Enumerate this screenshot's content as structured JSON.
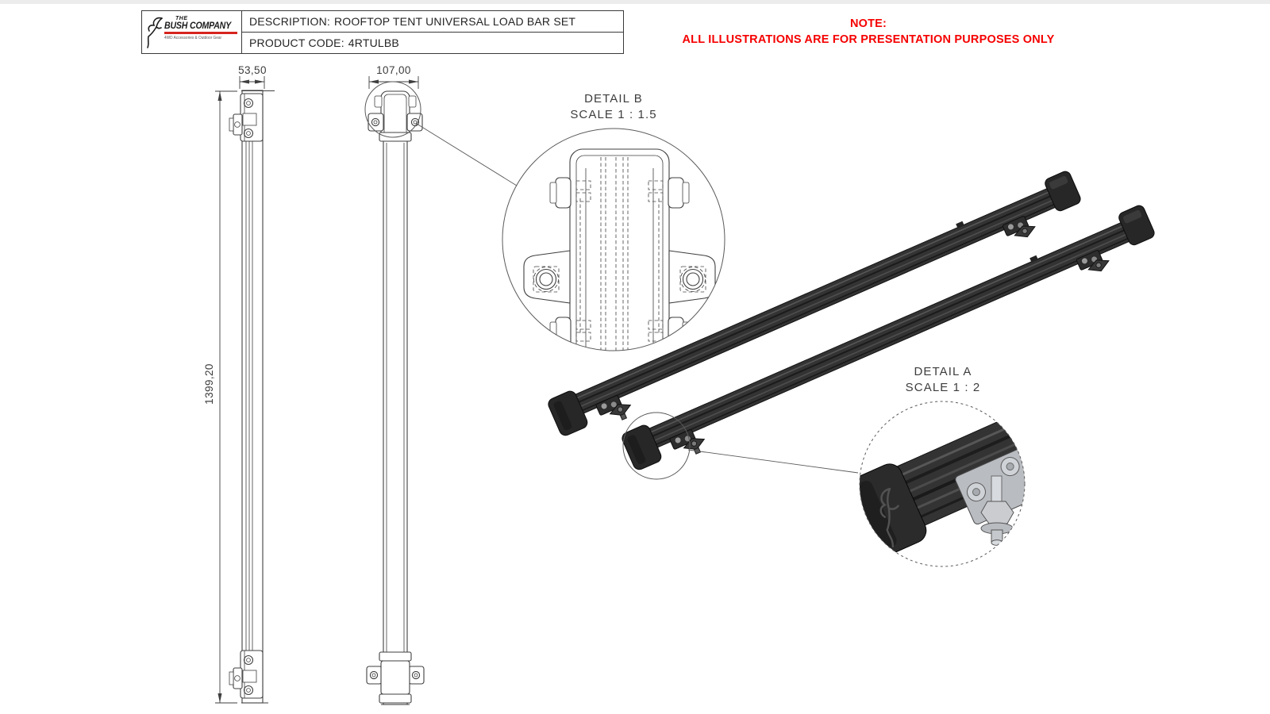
{
  "title_block": {
    "logo": {
      "brand_prefix": "THE",
      "brand_name": "BUSH COMPANY",
      "tagline": "4WD Accessories & Outdoor Gear"
    },
    "rows": [
      {
        "label": "DESCRIPTION:",
        "value": "ROOFTOP TENT UNIVERSAL LOAD BAR SET"
      },
      {
        "label": "PRODUCT CODE:",
        "value": "4RTULBB"
      }
    ]
  },
  "note": {
    "heading": "NOTE:",
    "body": "ALL ILLUSTRATIONS ARE FOR PRESENTATION PURPOSES ONLY"
  },
  "drawing": {
    "dimensions": {
      "side_width": "53,50",
      "front_width": "107,00",
      "bar_length": "1399,20"
    },
    "detail_b": {
      "title": "DETAIL B",
      "scale": "SCALE 1 : 1.5"
    },
    "detail_a": {
      "title": "DETAIL A",
      "scale": "SCALE 1 : 2"
    }
  },
  "colors": {
    "note_red": "#f50000",
    "logo_red": "#d6251d",
    "line_gray": "#3f3f3f",
    "bar_black": "#333333"
  }
}
